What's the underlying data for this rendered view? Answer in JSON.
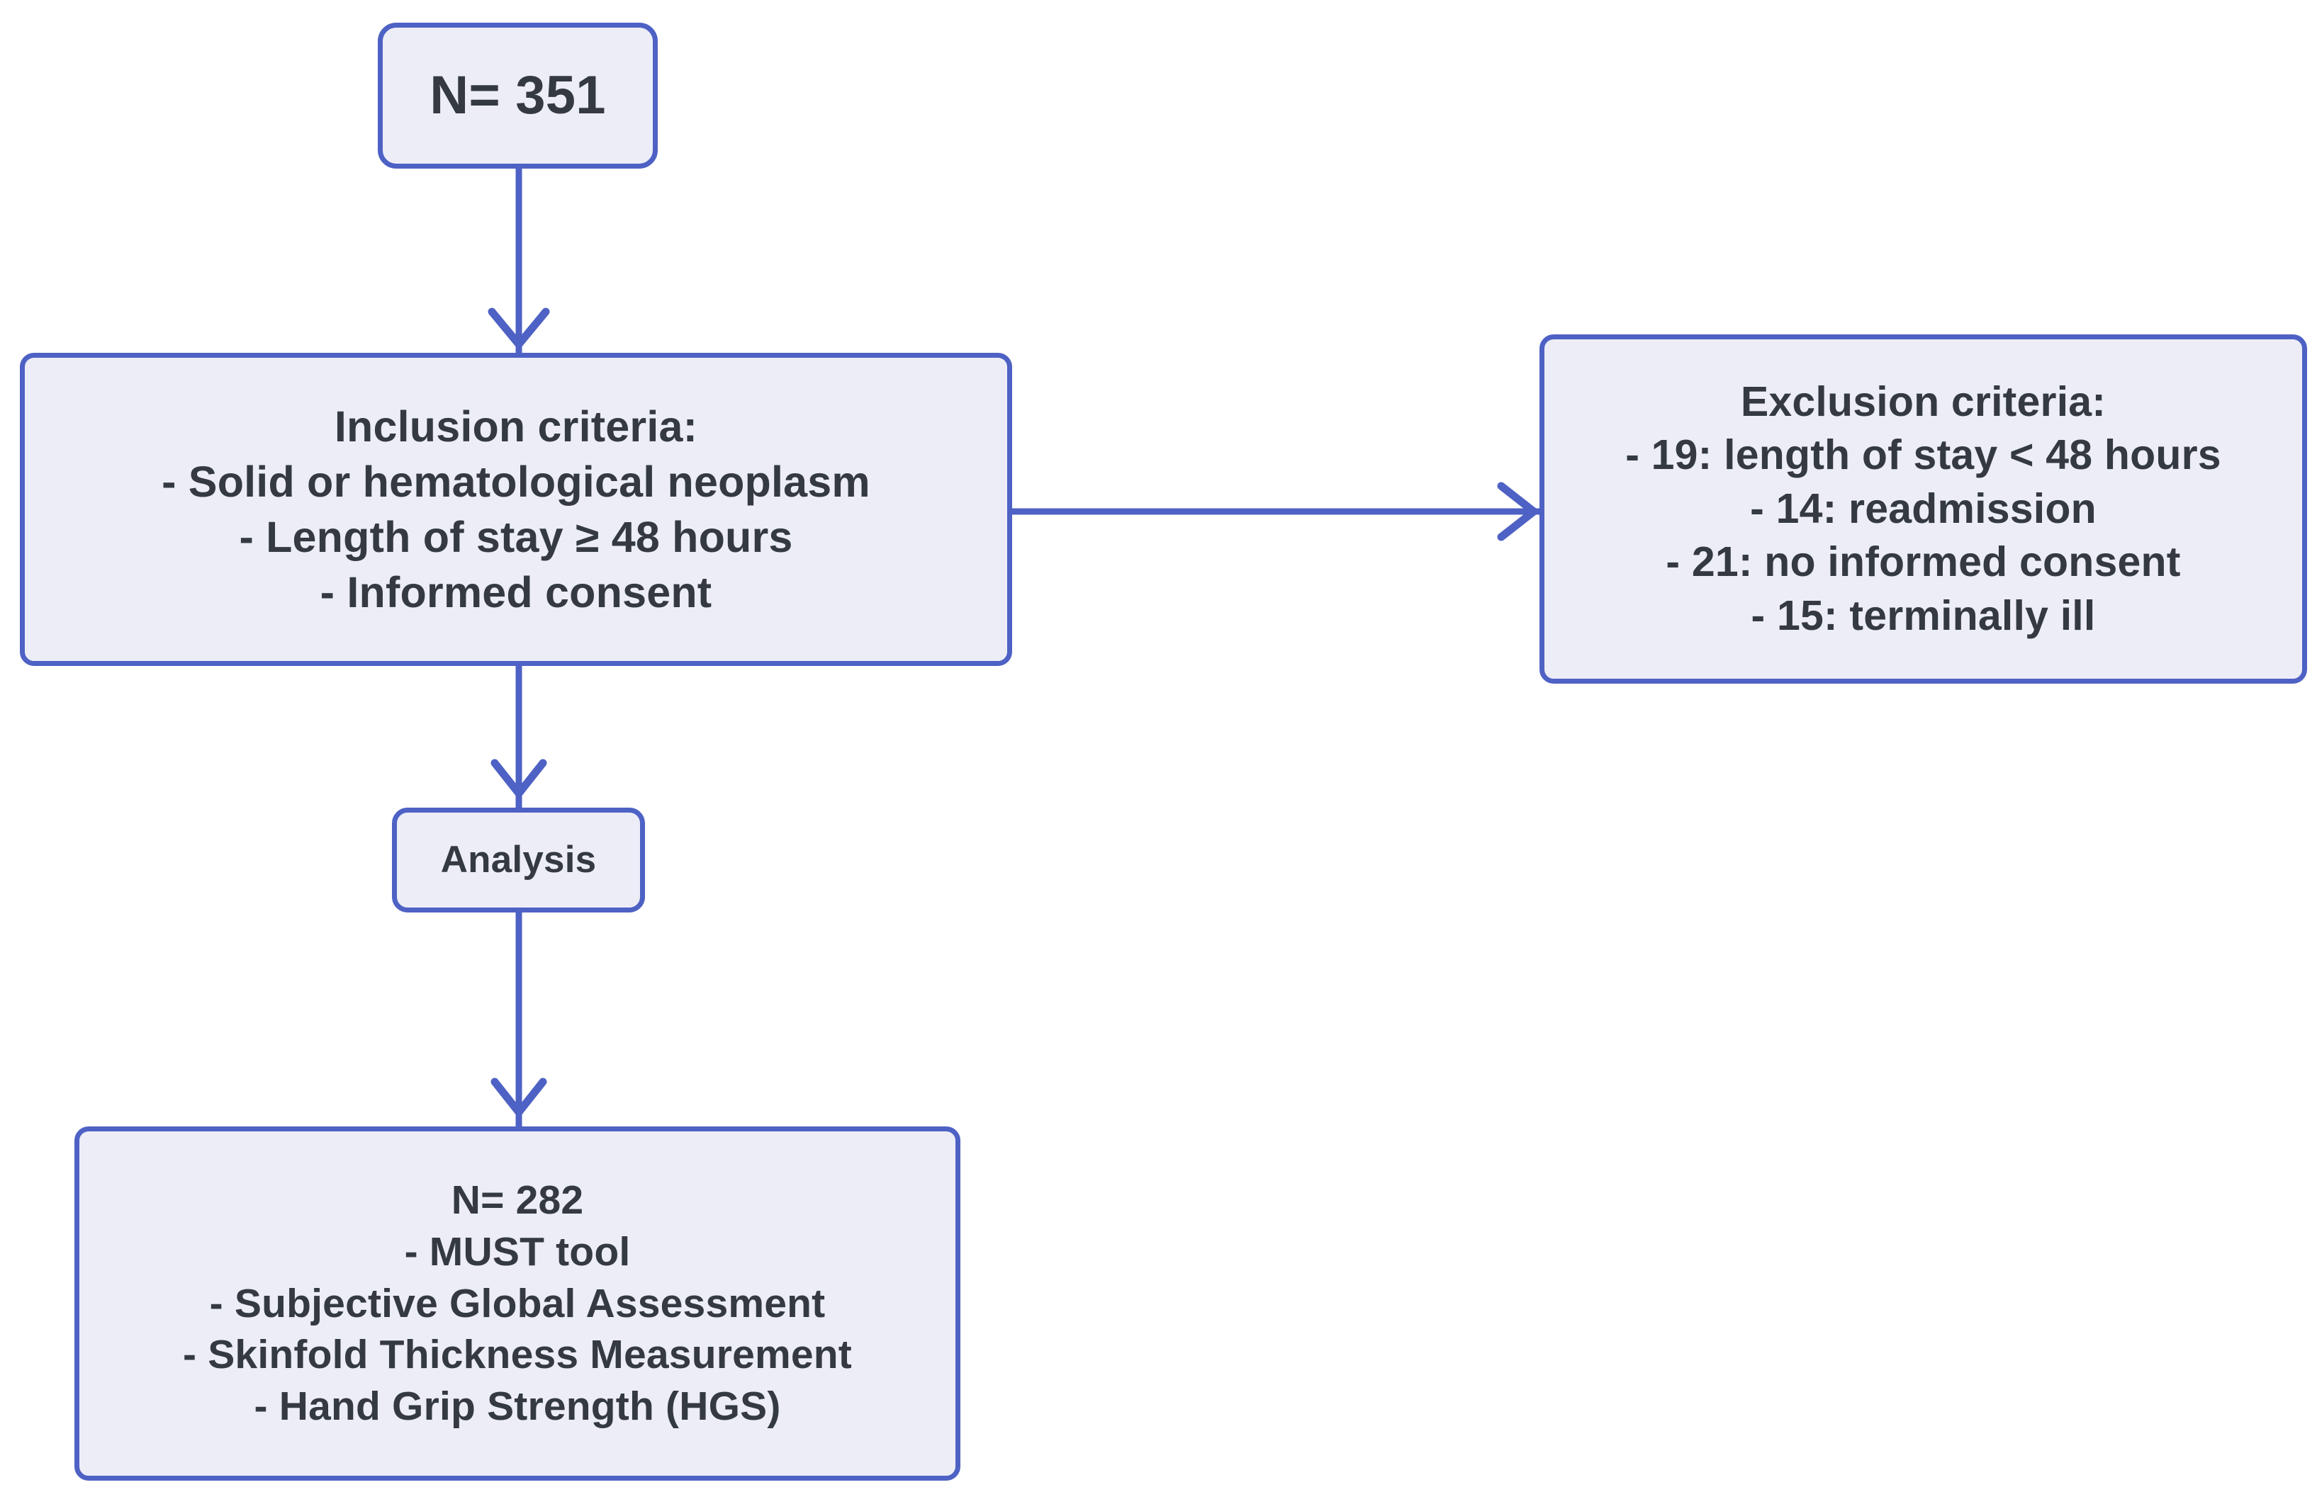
{
  "diagram": {
    "title": "Study participant flow diagram",
    "colors": {
      "node_border": "#4e61c4",
      "node_fill": "#ecedf7",
      "text": "#343a40",
      "edge": "#4e61c4",
      "background": "#ffffff"
    },
    "nodes": {
      "total": {
        "name": "total-screened",
        "lines": [
          "N= 351"
        ]
      },
      "inclusion": {
        "name": "inclusion-criteria",
        "lines": [
          "Inclusion criteria:",
          "- Solid or hematological neoplasm",
          "- Length of stay ≥ 48 hours",
          "- Informed consent"
        ]
      },
      "exclusion": {
        "name": "exclusion-criteria",
        "lines": [
          "Exclusion criteria:",
          "- 19: length of stay < 48 hours",
          "- 14: readmission",
          "- 21: no informed consent",
          "- 15: terminally ill"
        ]
      },
      "analysis": {
        "name": "analysis-step",
        "lines": [
          "Analysis"
        ]
      },
      "outcome": {
        "name": "analysed-sample",
        "lines": [
          "N= 282",
          "- MUST tool",
          "- Subjective Global Assessment",
          "- Skinfold Thickness Measurement",
          "- Hand Grip Strength (HGS)"
        ]
      }
    },
    "edges": [
      {
        "name": "edge-total-to-inclusion",
        "from": "total",
        "to": "inclusion",
        "direction": "down"
      },
      {
        "name": "edge-inclusion-to-exclusion",
        "from": "inclusion",
        "to": "exclusion",
        "direction": "right"
      },
      {
        "name": "edge-inclusion-to-analysis",
        "from": "inclusion",
        "to": "analysis",
        "direction": "down"
      },
      {
        "name": "edge-analysis-to-outcome",
        "from": "analysis",
        "to": "outcome",
        "direction": "down"
      }
    ]
  }
}
